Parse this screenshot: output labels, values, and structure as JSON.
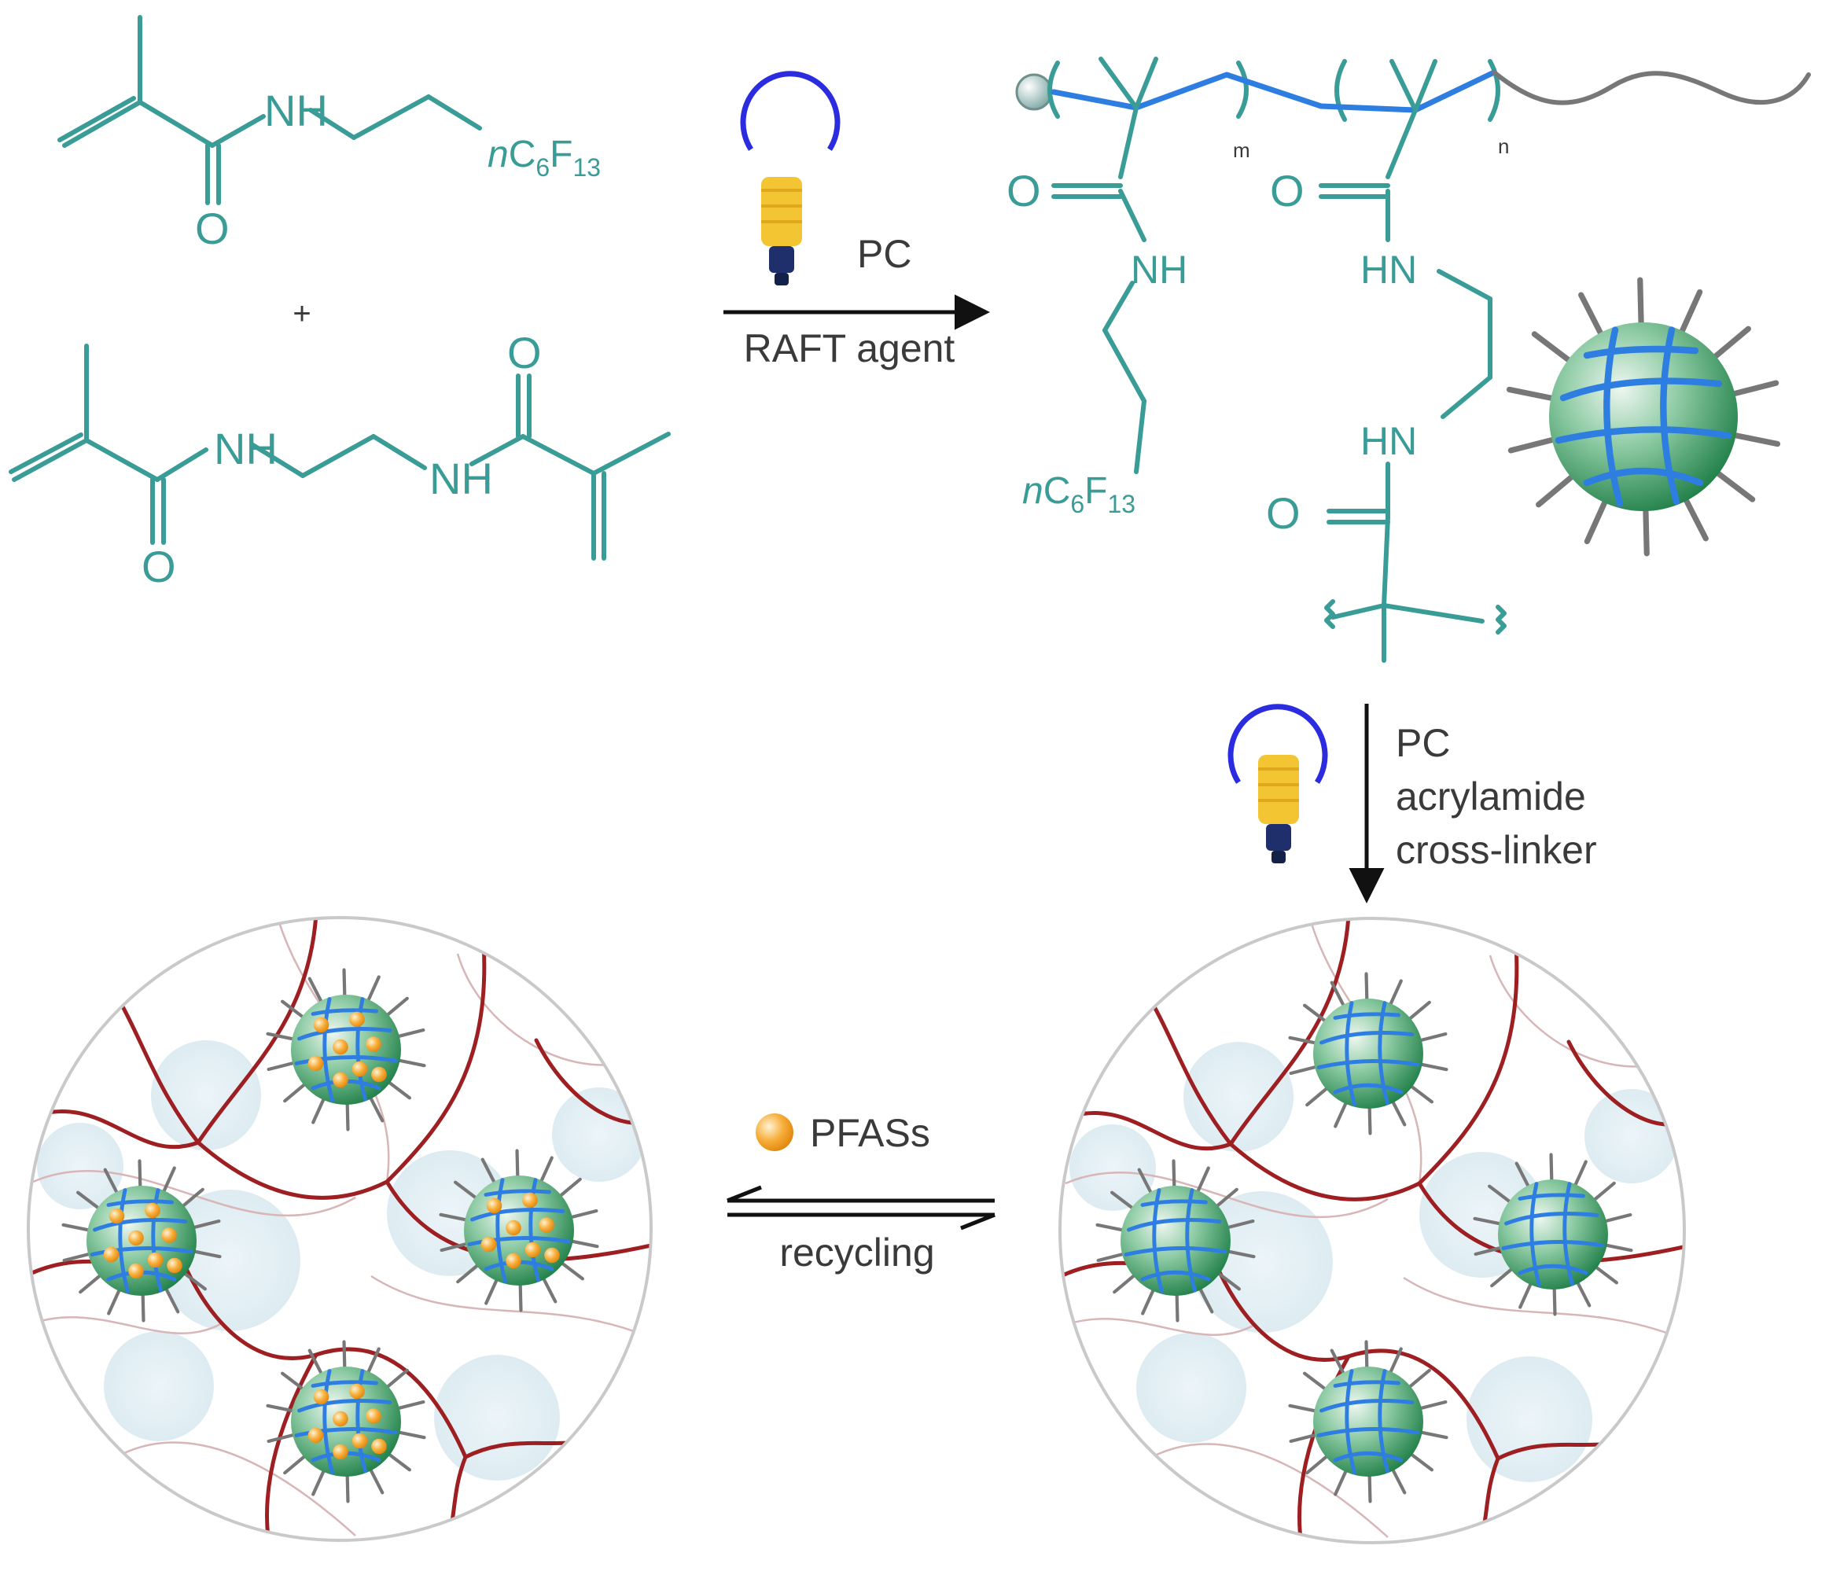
{
  "monomer1": {
    "nh": "NH",
    "o": "O",
    "rf_prefix": "n",
    "rf_c": "C",
    "rf_c_sub": "6",
    "rf_f": "F",
    "rf_f_sub": "13"
  },
  "plus": "+",
  "monomer2": {
    "nh_left": "NH",
    "nh_right": "NH",
    "o_left": "O",
    "o_right": "O"
  },
  "step1": {
    "catalyst": "PC",
    "reagent": "RAFT agent"
  },
  "polymer": {
    "sub_m": "m",
    "sub_n": "n",
    "o_left": "O",
    "o_right": "O",
    "o_bottom": "O",
    "nh_left": "NH",
    "hn_upper": "HN",
    "hn_lower": "HN",
    "rf_prefix": "n",
    "rf_c": "C",
    "rf_c_sub": "6",
    "rf_f": "F",
    "rf_f_sub": "13"
  },
  "step2": {
    "catalyst": "PC",
    "reagent_1": "acrylamide",
    "reagent_2": "cross-linker"
  },
  "step3": {
    "analyte": "PFASs",
    "reverse": "recycling"
  },
  "colors": {
    "monomer": "#3a9c96",
    "polymer_backbone": "#2e7de0",
    "hydrogel_network": "#9e1f22",
    "nanoparticle": "#2f9a5a",
    "pfas_ball": "#f5a21c",
    "bulb_ring": "#2b2be0",
    "bulb": "#f3c533"
  },
  "icons": [
    "lightbulb-icon",
    "lightbulb-icon",
    "pfas-ball-icon"
  ]
}
